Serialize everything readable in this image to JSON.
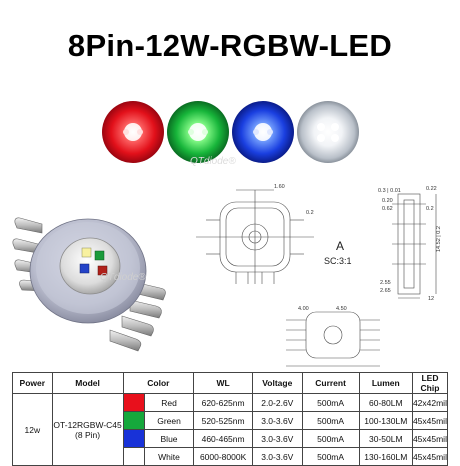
{
  "title": "8Pin-12W-RGBW-LED",
  "watermark": "QTdiode®",
  "drawing": {
    "view_label": "A",
    "scale_label": "SC:3:1",
    "dims_top": [
      "1.60",
      "0.2",
      "0.3 | 0.01",
      "0.22",
      "0.20",
      "0.62",
      "0.2"
    ],
    "dims_side": [
      "14.52 | 0.2",
      "2.55",
      "2.65",
      "12"
    ],
    "dims_bottom": [
      "4.00",
      "4.50"
    ]
  },
  "table": {
    "headers": [
      "Power",
      "Model",
      "Color",
      "WL",
      "Voltage",
      "Current",
      "Lumen",
      "LED Chip"
    ],
    "power": "12w",
    "model_line1": "OT-12RGBW-C45",
    "model_line2": "(8 Pin)",
    "rows": [
      {
        "swatch": "#e8101c",
        "color": "Red",
        "wl": "620-625nm",
        "voltage": "2.0-2.6V",
        "current": "500mA",
        "lumen": "60-80LM",
        "chip": "42x42mil"
      },
      {
        "swatch": "#16a83c",
        "color": "Green",
        "wl": "520-525nm",
        "voltage": "3.0-3.6V",
        "current": "500mA",
        "lumen": "100-130LM",
        "chip": "45x45mil"
      },
      {
        "swatch": "#1832d8",
        "color": "Blue",
        "wl": "460-465nm",
        "voltage": "3.0-3.6V",
        "current": "500mA",
        "lumen": "30-50LM",
        "chip": "45x45mil"
      },
      {
        "swatch": "#ffffff",
        "color": "White",
        "wl": "6000-8000K",
        "voltage": "3.0-3.6V",
        "current": "500mA",
        "lumen": "130-160LM",
        "chip": "45x45mil"
      }
    ]
  },
  "colors": {
    "red": "#e8101c",
    "green": "#16a83c",
    "blue": "#1832d8",
    "white": "#ffffff"
  }
}
